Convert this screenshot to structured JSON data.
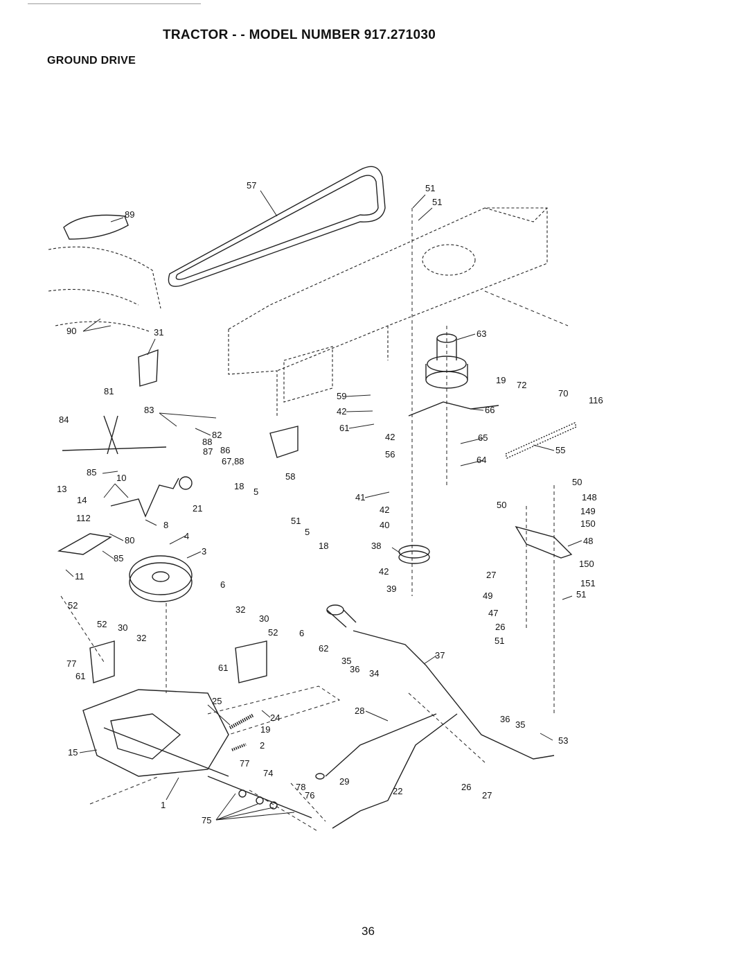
{
  "header": {
    "title": "TRACTOR - - MODEL NUMBER 917.271030",
    "subtitle": "GROUND DRIVE"
  },
  "diagram": {
    "callouts": [
      "57",
      "51",
      "51",
      "89",
      "90",
      "31",
      "63",
      "19",
      "72",
      "70",
      "116",
      "81",
      "83",
      "84",
      "82",
      "88",
      "87",
      "86",
      "67,88",
      "85",
      "59",
      "42",
      "61",
      "66",
      "42",
      "65",
      "56",
      "64",
      "55",
      "58",
      "13",
      "10",
      "14",
      "112",
      "18",
      "5",
      "21",
      "8",
      "50",
      "148",
      "50",
      "149",
      "150",
      "41",
      "42",
      "40",
      "48",
      "51",
      "4",
      "5",
      "80",
      "85",
      "3",
      "18",
      "38",
      "150",
      "11",
      "6",
      "42",
      "27",
      "151",
      "39",
      "49",
      "51",
      "52",
      "32",
      "30",
      "52",
      "30",
      "32",
      "52",
      "6",
      "47",
      "26",
      "62",
      "51",
      "37",
      "77",
      "35",
      "36",
      "34",
      "61",
      "61",
      "25",
      "24",
      "19",
      "28",
      "36",
      "35",
      "2",
      "15",
      "53",
      "77",
      "74",
      "29",
      "78",
      "76",
      "22",
      "26",
      "27",
      "1",
      "75"
    ]
  },
  "footer": {
    "page_number": "36"
  }
}
